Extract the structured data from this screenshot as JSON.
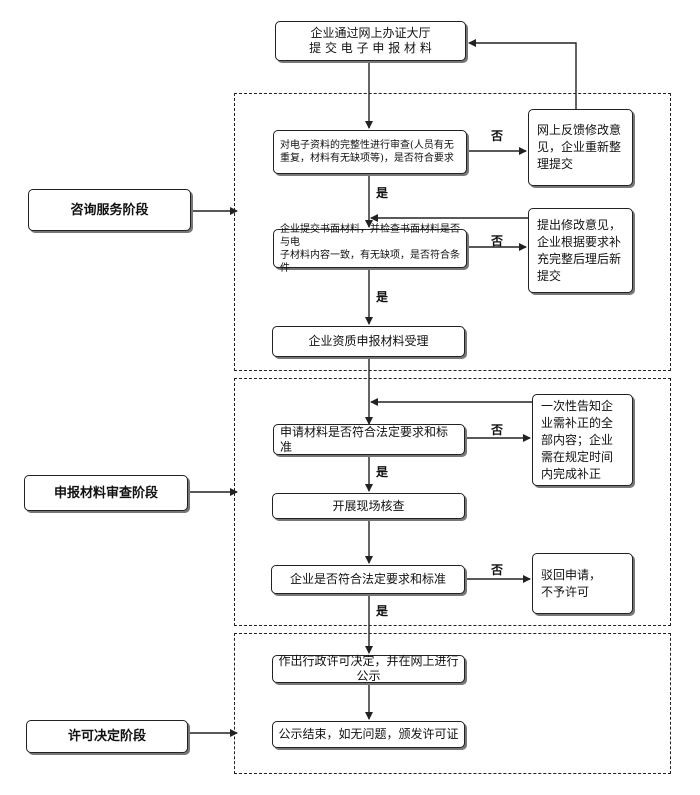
{
  "stages": {
    "consult": "咨询服务阶段",
    "review": "申报材料审查阶段",
    "decision": "许可决定阶段"
  },
  "steps": {
    "submit": "企业通过网上办证大厅\n提 交 电 子 申 报 材 料",
    "check_electronic": "对电子资料的完整性进行审查(人员有无\n重复，材料有无缺项等)，是否符合要求",
    "check_paper": "企业提交书面材料，并检查书面材料是否与电\n子材料内容一致，有无缺项，是否符合条件",
    "accept": "企业资质申报材料受理",
    "check_legal": "申请材料是否符合法定要求和标准",
    "site_check": "开展现场核查",
    "check_standard": "企业是否符合法定要求和标准",
    "decide": "作出行政许可决定，并在网上进行公示",
    "issue": "公示结束，如无问题，颁发许可证"
  },
  "feedback": {
    "online": "网上反馈修改意\n见，企业重新整\n理提交",
    "supplement": "提出修改意见，\n企业根据要求补\n充完整后理后新\n提交",
    "notify": "一次性告知企\n业需补正的全\n部内容；企业\n需在规定时间\n内完成补正",
    "reject": "驳回申请，\n不予许可"
  },
  "labels": {
    "yes": "是",
    "no": "否"
  }
}
